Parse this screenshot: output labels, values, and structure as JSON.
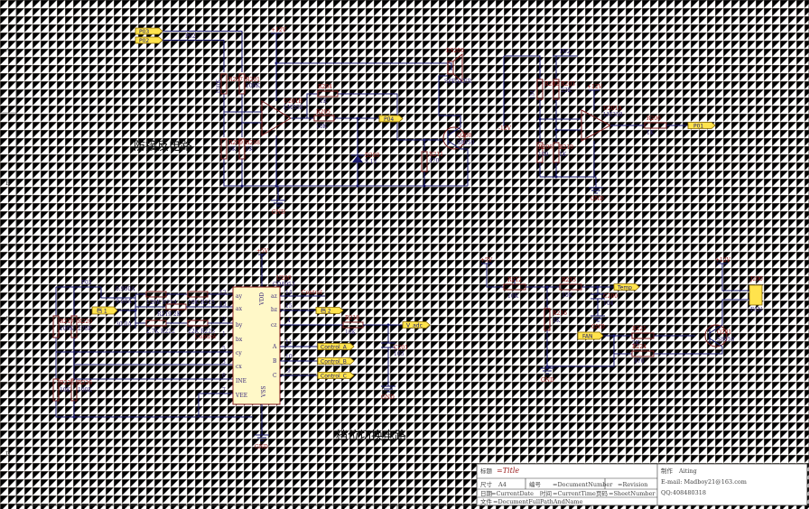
{
  "zone_labels": [
    "A",
    "B",
    "C",
    "D"
  ],
  "circuit_titles": {
    "reverse_protect": "防接反电路",
    "gear_switch": "档位切换电路"
  },
  "top_left": {
    "ports": {
      "p03": "P03",
      "p02": "P02",
      "p04": "P04"
    },
    "net_p02": "P02",
    "vcc": "+12V",
    "res_r207": "R207",
    "res_r201": "R201",
    "res_r201_val": "100K",
    "res_r207_val": "100K",
    "res_r209": "R209",
    "res_r208": "R208",
    "res_r209_val": "1K",
    "res_r208_val": "1K",
    "opamp_name": "U201B",
    "opamp_part": "LM358",
    "res_r204": "R204",
    "res_r204_val": "1K",
    "res_r205": "R205",
    "res_r205_val": "10K",
    "diode": "D200",
    "diode_val": "5.1V",
    "res_r211": "R211",
    "res_r211_val": "470",
    "transistor": "Q200",
    "transistor_val": "S8050",
    "speaker": "ES200",
    "speaker_val": "SPEAKER",
    "gnd": "GND"
  },
  "top_right": {
    "net_p02": "P02",
    "vcc": "+12V",
    "vneg": "-12V",
    "res_r202": "R202",
    "res_r202_val": "1M",
    "res_r203": "R203",
    "res_r203_val": "22K",
    "res_r206_l": "R206",
    "res_r206_l_val": "100",
    "res_r210": "R210",
    "res_r210_val": "1K",
    "opamp_name": "U201A",
    "opamp_part": "LM358",
    "res_r206": "R206",
    "res_r206_val": "1K",
    "port_p01": "P01",
    "gnd": "GND"
  },
  "bottom_left": {
    "net_p02": "P02",
    "vcc": "+5V",
    "chip": "U200",
    "chip_part": "CD4053",
    "res_left": [
      [
        "R217",
        "100K"
      ],
      [
        "R220",
        "270K"
      ],
      [
        "R225",
        "10K"
      ],
      [
        "R226",
        "100K"
      ]
    ],
    "port_in": "档 1",
    "volt_labels": [
      "0.900A",
      "9.00A",
      "30.0A"
    ],
    "res_mid": [
      "120K R214",
      "10K R215",
      "2.7K R222",
      "22K R223"
    ],
    "res_mid_extra": "R219 2K",
    "pins_left": [
      "ay",
      "ax",
      "by",
      "bx",
      "cy",
      "cx",
      "INE",
      "VEE"
    ],
    "pins_left_nums": [
      "12",
      "13",
      "2",
      "1",
      "5",
      "3",
      "6",
      "7"
    ],
    "pins_right": [
      "az",
      "bz",
      "cz",
      "A",
      "B",
      "C"
    ],
    "pins_right_nums": [
      "14",
      "15",
      "4",
      "11",
      "10",
      "9"
    ],
    "pins_top": [
      "VDD"
    ],
    "pins_bottom": [
      "VSS"
    ],
    "out_labels": [
      "Control",
      "档 2",
      "V_adc",
      "Control_A",
      "Control_B",
      "Control_C"
    ],
    "res_r218": "R218",
    "res_r218_val": "10K",
    "cap": "C201",
    "cap_val": "103",
    "gnd": "GND",
    "control_small": "Control"
  },
  "bottom_right": {
    "vcc5": "+5V",
    "vcc12": "+12V",
    "res_r212": "R212",
    "res_r212_val": "10K",
    "res_r213": "R213",
    "res_r213_val": "10K",
    "port_temp": "Temp",
    "cap": "C200",
    "cap_val": "104",
    "res_r216": "R216",
    "res_r216_val": "1K",
    "port_fan": "FAN",
    "res_r221": "R221",
    "res_r221_val": "2K",
    "res_r224": "R224",
    "res_r224_val": "470",
    "transistor": "Q201",
    "transistor_val": "S8050",
    "conn": "J200",
    "conn_val": "FAN",
    "gnd": "GND"
  },
  "title_block": {
    "title_label": "标题",
    "title_val": "=Title",
    "size_label": "尺寸",
    "size_val": "A4",
    "number_label": "编号",
    "number_val": "=DocumentNumber",
    "rev_val": "=Revision",
    "date_label": "日期",
    "date_val": "=CurrentDate",
    "time_label": "时间",
    "time_val": "=CurrentTime",
    "sheet_label": "页码",
    "sheet_val": "=SheetNumber",
    "file_label": "文件",
    "file_val": "=DocumentFullPathAndName",
    "author_label": "制作",
    "author_val": "Aiting",
    "email_val": "E-mail: Madboy21@163.com",
    "qq_val": "QQ:408480318"
  }
}
